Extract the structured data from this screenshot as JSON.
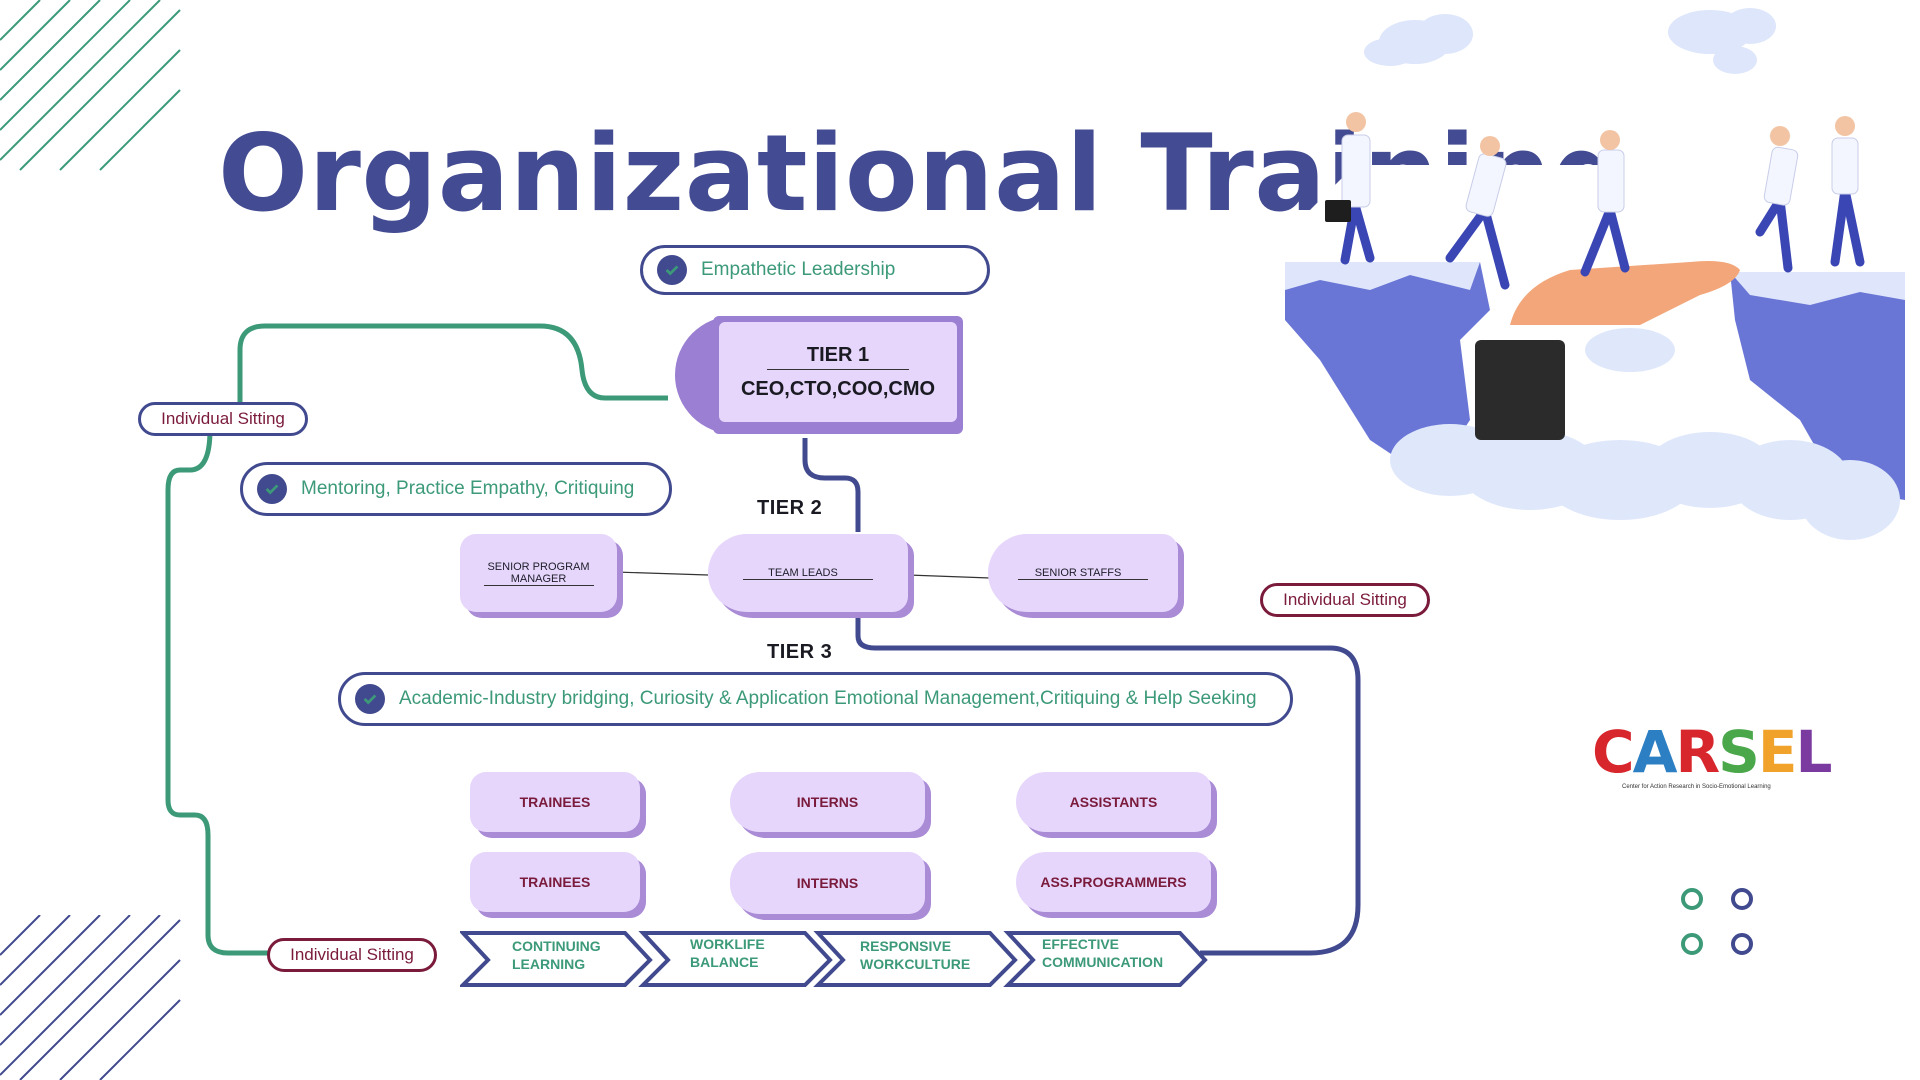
{
  "title": "Organizational Training",
  "pills": {
    "empathetic": "Empathetic Leadership",
    "mentoring": "Mentoring, Practice Empathy, Critiquing",
    "academic": "Academic-Industry bridging, Curiosity & Application Emotional Management,Critiquing & Help Seeking"
  },
  "tags": {
    "sitting_1": "Individual Sitting",
    "sitting_2": "Individual Sitting",
    "sitting_3": "Individual Sitting"
  },
  "tier1": {
    "label": "TIER 1",
    "roles": "CEO,CTO,COO,CMO"
  },
  "tier2": {
    "label": "TIER 2",
    "boxes": [
      "SENIOR PROGRAM MANAGER",
      "TEAM LEADS",
      "SENIOR STAFFS"
    ]
  },
  "tier3": {
    "label": "TIER 3",
    "boxes": [
      "TRAINEES",
      "INTERNS",
      "ASSISTANTS",
      "TRAINEES",
      "INTERNS",
      "ASS.PROGRAMMERS"
    ]
  },
  "chevrons": [
    {
      "line1": "CONTINUING",
      "line2": "LEARNING"
    },
    {
      "line1": "WORKLIFE",
      "line2": "BALANCE"
    },
    {
      "line1": "RESPONSIVE",
      "line2": "WORKCULTURE"
    },
    {
      "line1": "EFFECTIVE",
      "line2": "COMMUNICATION"
    }
  ],
  "logo": {
    "text": "CARSEL",
    "subtitle": "Center for Action Research in Socio-Emotional Learning"
  },
  "colors": {
    "navy": "#414a8f",
    "green": "#3c9a78",
    "maroon": "#7b1b3c",
    "lavender": "#e6d6fb",
    "purple": "#9b7fd2"
  }
}
